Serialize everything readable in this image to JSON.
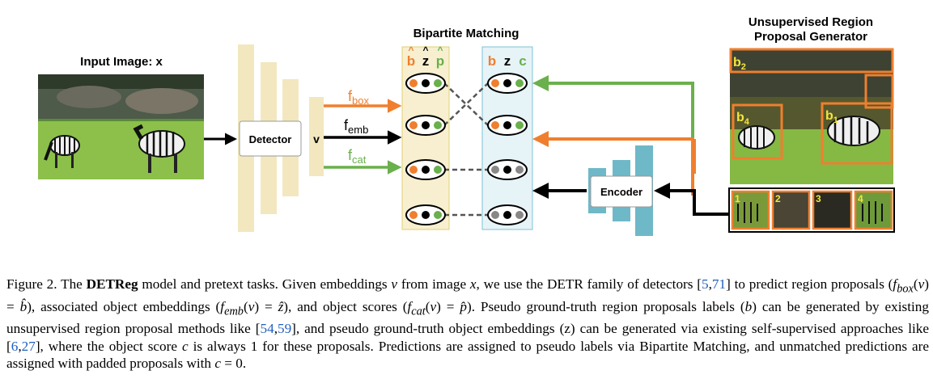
{
  "figure": {
    "input_label": "Input Image: x",
    "detector_label": "Detector",
    "v_label": "v",
    "f_box": {
      "base": "f",
      "sub": "box"
    },
    "f_emb": {
      "base": "f",
      "sub": "emb"
    },
    "f_cat": {
      "base": "f",
      "sub": "cat"
    },
    "matching_title": "Bipartite Matching",
    "pred_cols": [
      "b",
      "z",
      "p"
    ],
    "target_cols": [
      "b",
      "z",
      "c"
    ],
    "encoder_label": "Encoder",
    "region_title_1": "Unsupervised Region",
    "region_title_2": "Proposal Generator",
    "box_labels": {
      "b2": "b2",
      "b4": "b4",
      "b1": "b1"
    },
    "crop_numbers": [
      "1",
      "2",
      "3",
      "4"
    ],
    "colors": {
      "orange": "#ef7f2f",
      "green": "#6ab04c",
      "gray_dot": "#888888",
      "pred_bg": "#f7efcf",
      "target_bg": "#e6f3f7",
      "encoder": "#6fb8c8",
      "detector": "#f3e7bf"
    }
  },
  "caption": {
    "fig_num": "Figure 2.",
    "t1": " The ",
    "bold": "DETReg",
    "t2": " model and pretext tasks. Given embeddings ",
    "t3": " from image ",
    "t4": ", we use the DETR family of detectors [",
    "r1": "5",
    "r2": "71",
    "t5": "] to predict region proposals (",
    "t6": "), associated object embeddings (",
    "t7": "), and object scores (",
    "t8": "). Pseudo ground-truth region proposals labels (",
    "t9": ") can be generated by existing unsupervised region proposal methods like [",
    "r3": "54",
    "r4": "59",
    "t10": "], and pseudo ground-truth object embeddings (z) can be generated via existing self-supervised approaches like [",
    "r5": "6",
    "r6": "27",
    "t11": "], where the object score ",
    "t12": " is always 1 for these proposals. Predictions are assigned to pseudo labels via Bipartite Matching, and unmatched predictions are assigned with padded proposals with ",
    "t13": "."
  }
}
